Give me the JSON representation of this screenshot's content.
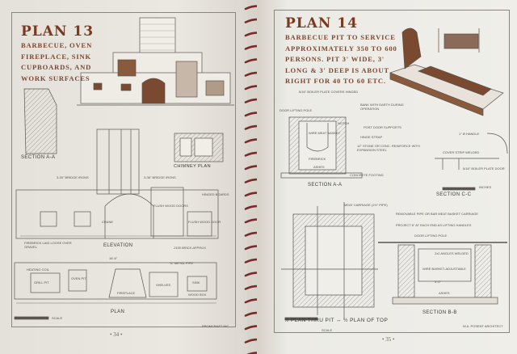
{
  "left_page": {
    "title": "PLAN 13",
    "subtitle": "BARBECUE, OVEN\nFIREPLACE, SINK\nCUPBOARDS, AND\nWORK SURFACES",
    "labels": {
      "section_aa": "SECTION A-A",
      "chimney_plan": "CHIMNEY PLAN",
      "elevation": "ELEVATION",
      "plan": "PLAN",
      "scale": "SCALE",
      "brick": "2100 BRICK APPROX",
      "bridge_irons_1": "3-30\" BRIDGE IRONS",
      "bridge_irons_2": "3-36\" BRIDGE IRONS",
      "firebrick": "FIREBRICK LAID LOOSE OVER GRAVEL",
      "crane": "CRANE",
      "flush_doors": "FLUSH WOOD DOORS",
      "flush_door": "FLUSH WOOD DOOR",
      "hinged_boards": "HINGED BOARDS",
      "heating_coil": "HEATING COIL",
      "grill_pit": "GRILL PIT",
      "oven_pit": "OVEN PIT",
      "fireplace": "FIREPLACE",
      "shelves": "SHELVES",
      "sink": "SINK",
      "wood_box": "WOOD BOX",
      "length": "16'-6\"",
      "metal_pipe": "¾\" METAL PIPE",
      "credit": "PROMCRAFT INC"
    },
    "page_number": "• 34 •"
  },
  "right_page": {
    "title": "PLAN 14",
    "subtitle": "BARBECUE PIT TO SERVICE\nAPPROXIMATELY 350 TO 600\nPERSONS. PIT 3' WIDE, 3'\nLONG & 3' DEEP IS ABOUT\nRIGHT FOR 40 TO 60 ETC.",
    "labels": {
      "boiler_plate": "5/16\" BOILER PLATE COVERS HINGED",
      "door_lifting_pole": "DOOR LIFTING POLE",
      "bank_earth": "BANK WITH EARTH DURING OPERATION",
      "notch": "NOTCH",
      "wire_meat_basket": "WIRE MEAT BASKET",
      "post_door_supports": "POST DOOR SUPPORTS",
      "hinge_strap": "HINGE STRAP",
      "stone_conc": "12\" STONE OR CONC. REINFORCE WITH EXPANSION STEEL",
      "firebrick": "FIREBRICK",
      "ashes": "ASHES",
      "concrete_footing": "CONCRETE FOOTING",
      "section_aa": "SECTION A-A",
      "handle": "1\" Ø HANDLE",
      "cover_strip": "COVER STRIP WELDED",
      "boiler_plate_door": "5/16\" BOILER PLATE DOOR",
      "inches": "INCHES",
      "section_cc": "SECTION C-C",
      "meat_carriage": "MEAT CARRIAGE (1½\" PIPE)",
      "removable_pipe": "REMOVABLE PIPE OR BAR MEAT BASKET CARRIAGE",
      "project": "PROJECT 6\" AT EACH END AS LIFTING HANDLES",
      "door_lifting_pole_2": "DOOR LIFTING POLE",
      "angles_welded": "2x2 ANGLES WELDED",
      "wire_basket": "WIRE BASKET-ADJUSTABLE",
      "width": "5'-0\"",
      "ashes_2": "ASHES",
      "section_bb": "SECTION B-B",
      "half_plan": "½ PLAN THRU PIT ↔ ½ PLAN OF TOP",
      "scale": "SCALE",
      "credit": "W.A. POSENT ARCHITECT"
    },
    "page_number": "• 35 •"
  },
  "colors": {
    "title": "#7a3a22",
    "ink": "#3c3a38",
    "illustration": "#7a4a30",
    "spiral": "#7a2a2a"
  }
}
